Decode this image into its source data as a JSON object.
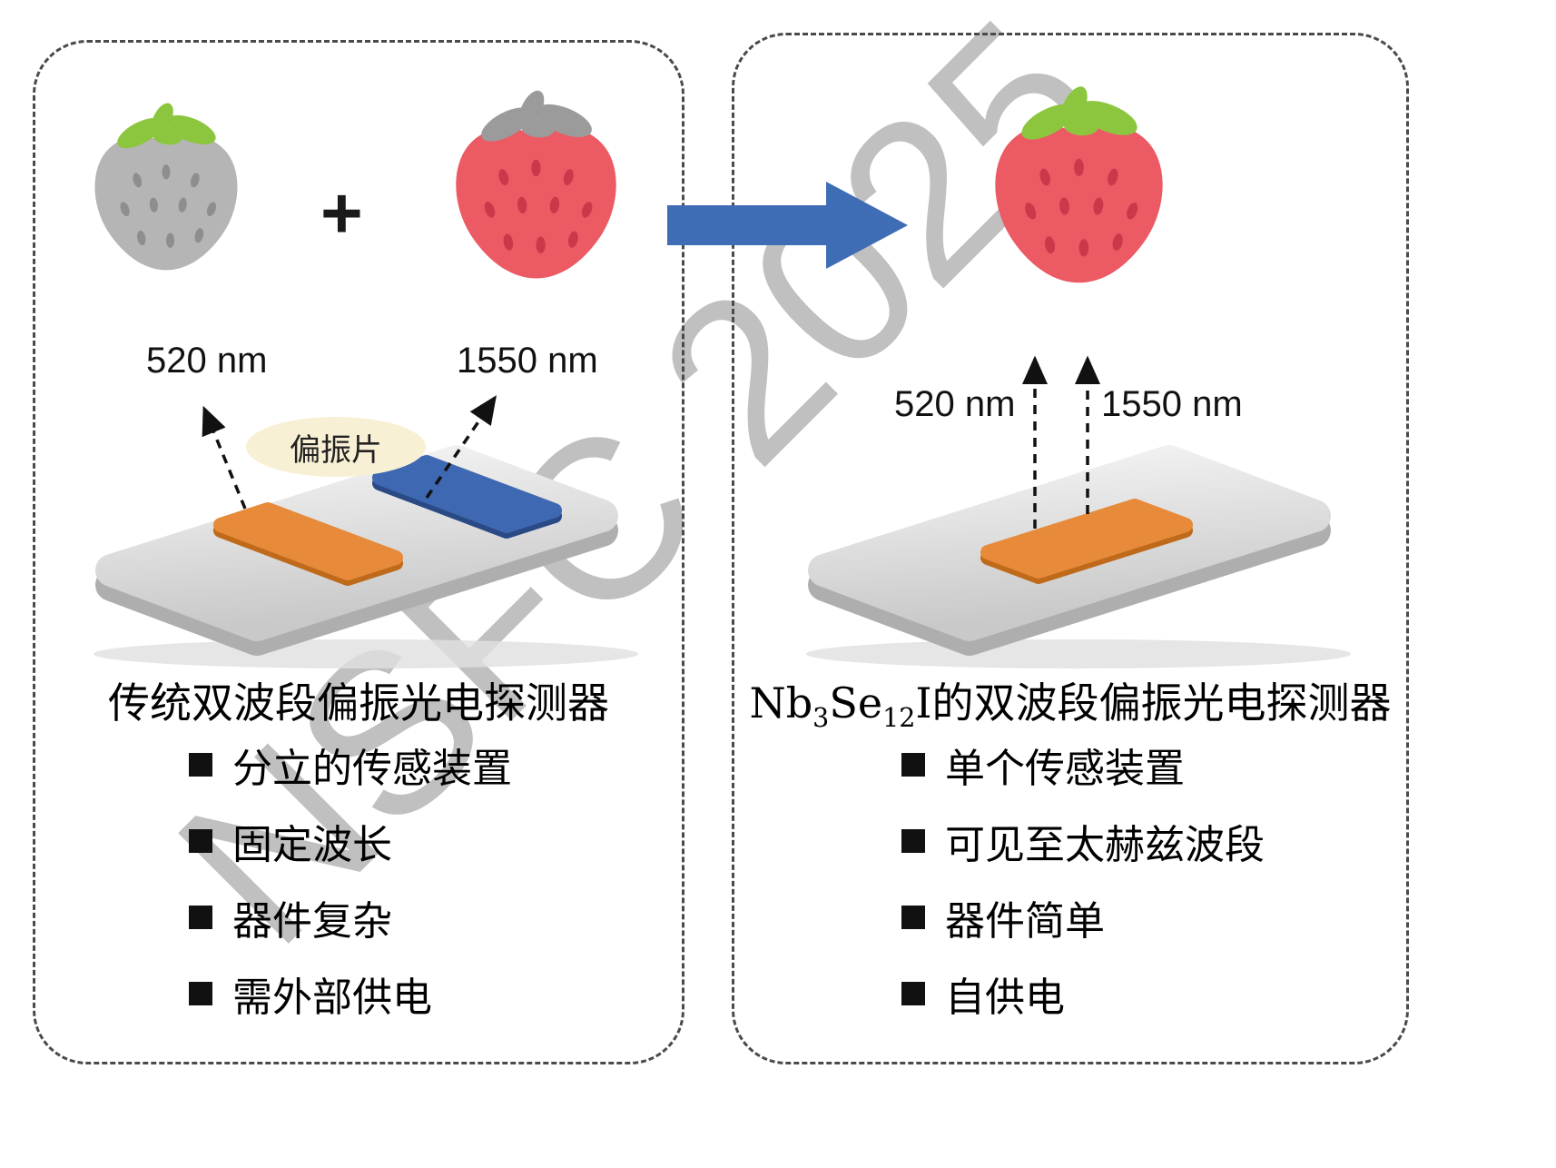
{
  "watermark": "NSFC 2025",
  "colors": {
    "accent_blue": "#3e6cb5",
    "chip_orange": "#e78a3a",
    "chip_blue": "#3e68b2",
    "strawberry_red": "#ec5a64",
    "strawberry_seed_red": "#c9394a",
    "strawberry_gray": "#b5b5b5",
    "strawberry_seed_gray": "#8e8e8e",
    "leaf_green": "#8cc63e",
    "leaf_gray": "#9b9b9b"
  },
  "icons": {
    "strawberry_gray": "desaturated gray strawberry with green leaves",
    "strawberry_red_gray_leaf": "red strawberry with gray leaves",
    "strawberry_full_color": "red strawberry with green leaves",
    "arrow_right": "thick solid blue right arrow",
    "dashed_arrow": "black dashed arrow",
    "bullet_square": "■"
  },
  "left_panel": {
    "wavelength_visible": "520 nm",
    "wavelength_ir": "1550 nm",
    "plus": "+",
    "polarizer_label": "偏振片",
    "title": "传统双波段偏振光电探测器",
    "bullets": [
      "分立的传感装置",
      "固定波长",
      "器件复杂",
      "需外部供电"
    ]
  },
  "right_panel": {
    "wavelength_visible": "520 nm",
    "wavelength_ir": "1550 nm",
    "title": {
      "pre": "Nb",
      "sub1": "3",
      "mid": "Se",
      "sub2": "12",
      "post": "I的双波段偏振光电探测器"
    },
    "bullets": [
      "单个传感装置",
      "可见至太赫兹波段",
      "器件简单",
      "自供电"
    ]
  }
}
